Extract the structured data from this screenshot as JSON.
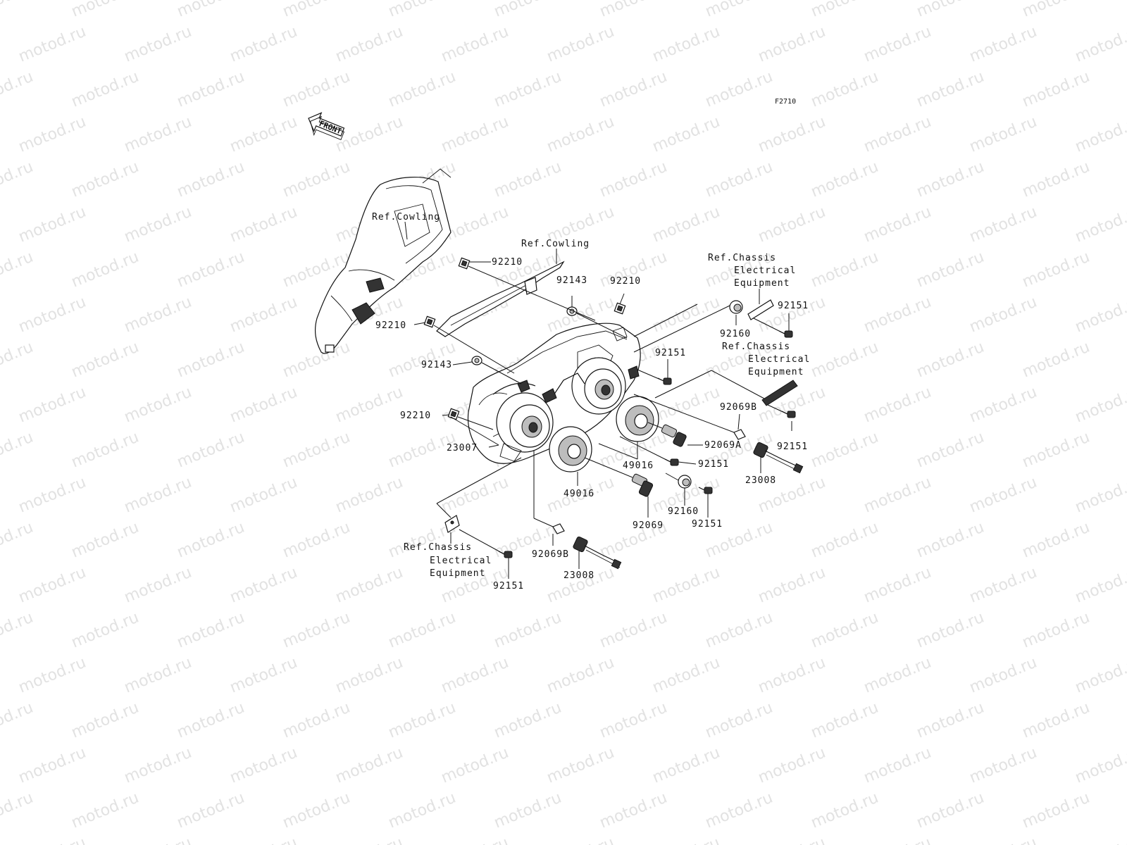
{
  "watermark": {
    "text": "motod.ru"
  },
  "figure_code": "F2710",
  "front_arrow": {
    "label": "FRONT"
  },
  "labels": {
    "ref_cowling_1": "Ref.Cowling",
    "ref_cowling_2": "Ref.Cowling",
    "ref_chassis_top": [
      "Ref.Chassis",
      "Electrical",
      "Equipment"
    ],
    "ref_chassis_mid": [
      "Ref.Chassis",
      "Electrical",
      "Equipment"
    ],
    "ref_chassis_bottom": [
      "Ref.Chassis",
      "Electrical",
      "Equipment"
    ],
    "p92210_a": "92210",
    "p92210_b": "92210",
    "p92210_c": "92210",
    "p92210_d": "92210",
    "p92143_a": "92143",
    "p92143_b": "92143",
    "p92151_a": "92151",
    "p92151_b": "92151",
    "p92151_c": "92151",
    "p92151_d": "92151",
    "p92151_e": "92151",
    "p92151_f": "92151",
    "p92160_a": "92160",
    "p92160_b": "92160",
    "p92069B_a": "92069B",
    "p92069B_b": "92069B",
    "p92069A": "92069A",
    "p92069": "92069",
    "p23007": "23007",
    "p23008_a": "23008",
    "p23008_b": "23008",
    "p49016_a": "49016",
    "p49016_b": "49016"
  }
}
